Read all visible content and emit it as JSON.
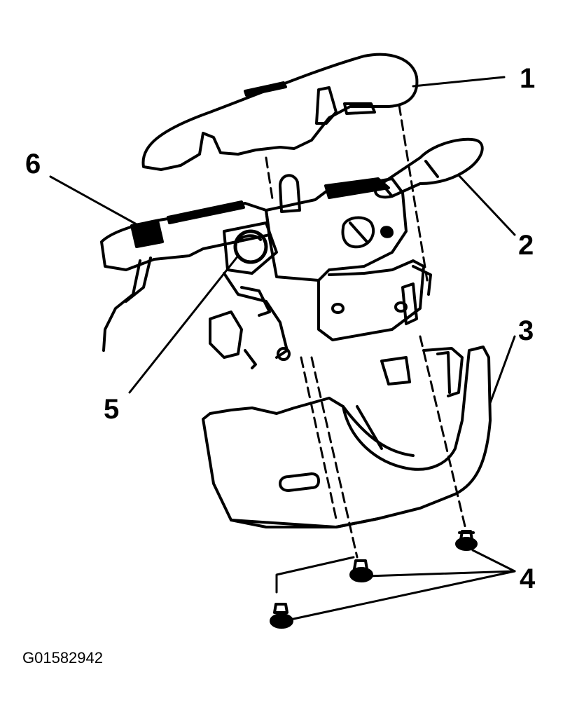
{
  "callouts": {
    "c1": "1",
    "c2": "2",
    "c3": "3",
    "c4": "4",
    "c5": "5",
    "c6": "6"
  },
  "figure_code": "G01582942",
  "colors": {
    "ink": "#000000",
    "paper": "#ffffff"
  }
}
